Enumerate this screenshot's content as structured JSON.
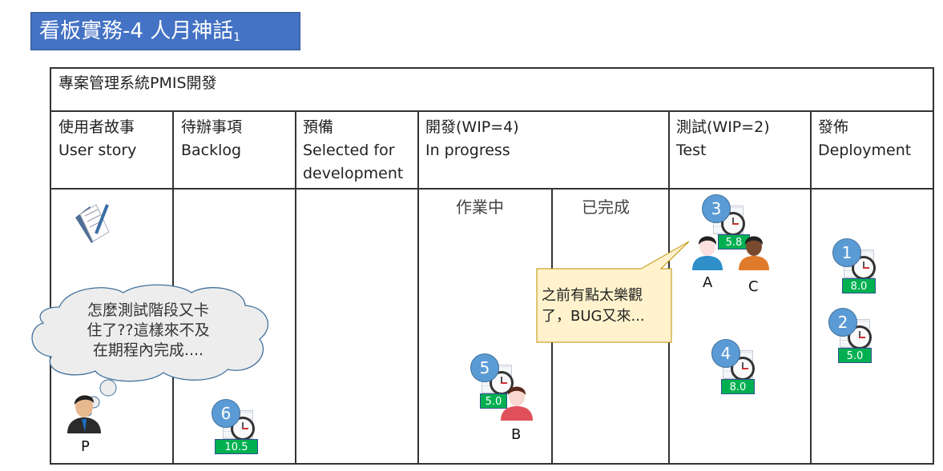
{
  "title": {
    "main": "看板實務-4 人月神話",
    "suffix": "1"
  },
  "project": "專案管理系統PMIS開發",
  "columns": [
    {
      "zh": "使用者故事",
      "en": "User story"
    },
    {
      "zh": "待辦事項",
      "en": "Backlog"
    },
    {
      "zh": "預備",
      "en": "Selected for development"
    },
    {
      "zh": "開發(WIP=4)",
      "en": "In progress"
    },
    {
      "zh": "測試(WIP=2)",
      "en": "Test"
    },
    {
      "zh": "發佈",
      "en": "Deployment"
    }
  ],
  "subcolumns": {
    "doing": "作業中",
    "done": "已完成"
  },
  "cards": [
    {
      "num": "1",
      "value": "8.0"
    },
    {
      "num": "2",
      "value": "5.0"
    },
    {
      "num": "3",
      "value": "5.8"
    },
    {
      "num": "4",
      "value": "8.0"
    },
    {
      "num": "5",
      "value": "5.0"
    },
    {
      "num": "6",
      "value": "10.5"
    }
  ],
  "people": {
    "a": "A",
    "b": "B",
    "c": "C",
    "p": "P"
  },
  "thought": [
    "怎麼測試階段又卡",
    "住了??這樣來不及",
    "在期程內完成...."
  ],
  "callout": [
    "之前有點太樂觀",
    "了，BUG又來..."
  ],
  "colors": {
    "title": "#4472c4",
    "badge": "#00b050",
    "num": "#5b9bd5",
    "callout": "#fff2cc"
  }
}
